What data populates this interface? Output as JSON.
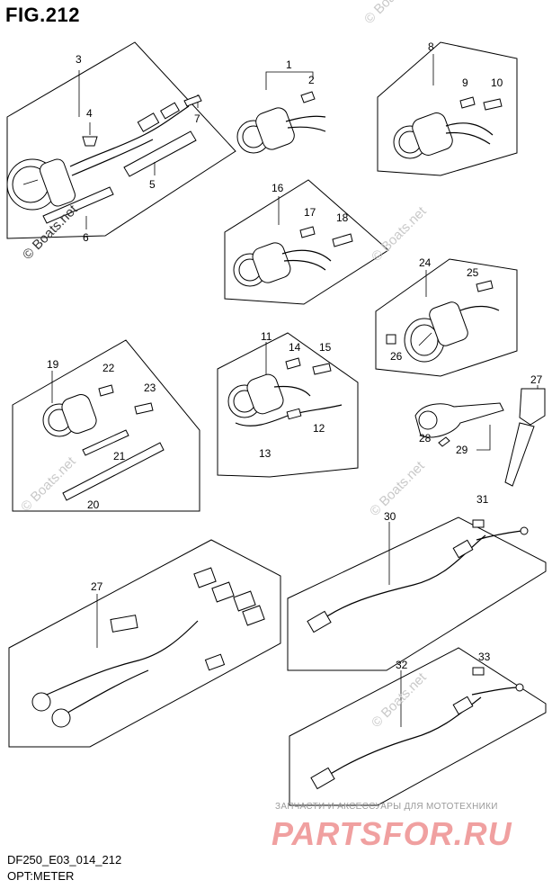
{
  "figure": {
    "title": "FIG.212"
  },
  "footer": {
    "code": "DF250_E03_014_212",
    "name": "OPT:METER"
  },
  "branding": {
    "ru_line": "ЗАПЧАСТИ И АКСЕССУАРЫ ДЛЯ МОТОТЕХНИКИ",
    "site": "PARTSFOR.RU"
  },
  "watermark": {
    "text": "© Boats.net"
  },
  "parts": {
    "p1": "1",
    "p2": "2",
    "p3": "3",
    "p4": "4",
    "p5": "5",
    "p6": "6",
    "p7": "7",
    "p8": "8",
    "p9": "9",
    "p10": "10",
    "p11": "11",
    "p12": "12",
    "p13": "13",
    "p14": "14",
    "p15": "15",
    "p16": "16",
    "p17": "17",
    "p18": "18",
    "p19": "19",
    "p20": "20",
    "p21": "21",
    "p22": "22",
    "p23": "23",
    "p24": "24",
    "p25": "25",
    "p26": "26",
    "p27a": "27",
    "p27b": "27",
    "p28": "28",
    "p29": "29",
    "p30": "30",
    "p31": "31",
    "p32": "32",
    "p33": "33"
  },
  "colors": {
    "line": "#000000",
    "watermark": "#c9c9c9",
    "brand": "#f0a0a0"
  }
}
